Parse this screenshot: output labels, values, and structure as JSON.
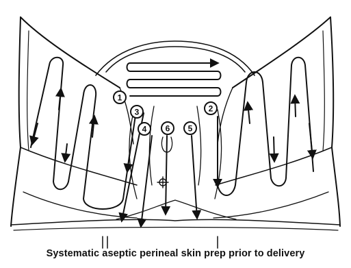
{
  "caption": "Systematic aseptic perineal skin prep prior to delivery",
  "steps": [
    {
      "number": "1"
    },
    {
      "number": "2"
    },
    {
      "number": "3"
    },
    {
      "number": "4"
    },
    {
      "number": "5"
    },
    {
      "number": "6"
    }
  ],
  "colors": {
    "ink": "#111111",
    "background": "#ffffff"
  }
}
